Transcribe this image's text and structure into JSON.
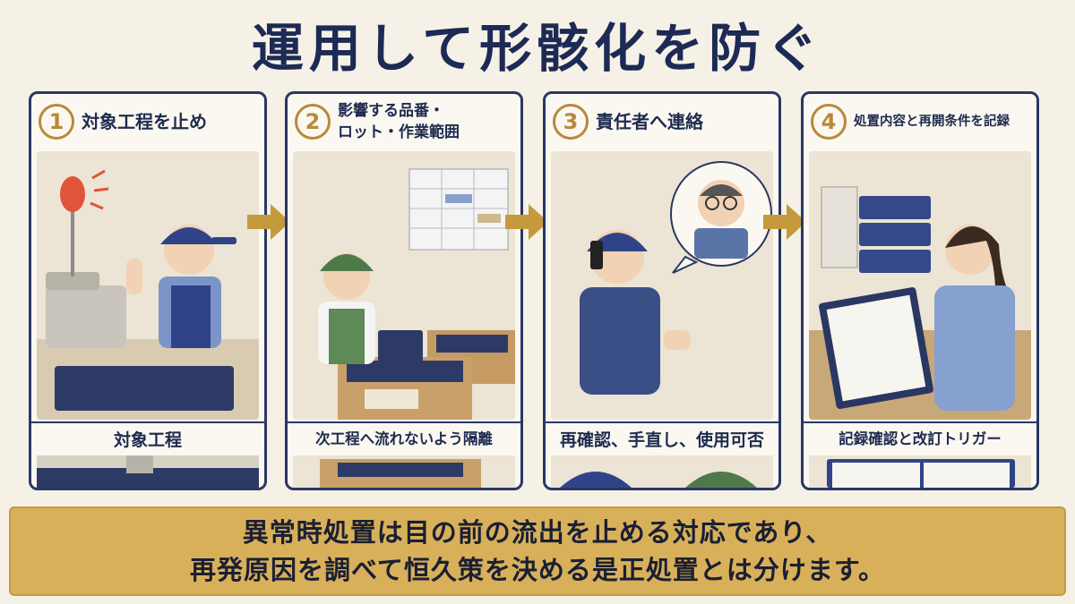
{
  "title": "運用して形骸化を防ぐ",
  "steps": [
    {
      "number": "1",
      "heading": "対象工程を止め",
      "sub_label": "対象工程"
    },
    {
      "number": "2",
      "heading_line1": "影響する品番・",
      "heading_line2": "ロット・作業範囲",
      "sub_label": "次工程へ流れないよう隔離"
    },
    {
      "number": "3",
      "heading": "責任者へ連絡",
      "sub_label": "再確認、手直し、使用可否"
    },
    {
      "number": "4",
      "heading": "処置内容と再開条件を記録",
      "sub_label": "記録確認と改訂トリガー"
    }
  ],
  "banner": {
    "line1": "異常時処置は目の前の流出を止める対応であり、",
    "line2": "再発原因を調べて恒久策を決める是正処置とは分けます。"
  },
  "colors": {
    "navy": "#1c2a55",
    "gold": "#b8893a",
    "banner": "#d9b05a",
    "arrow": "#c49a3c"
  }
}
